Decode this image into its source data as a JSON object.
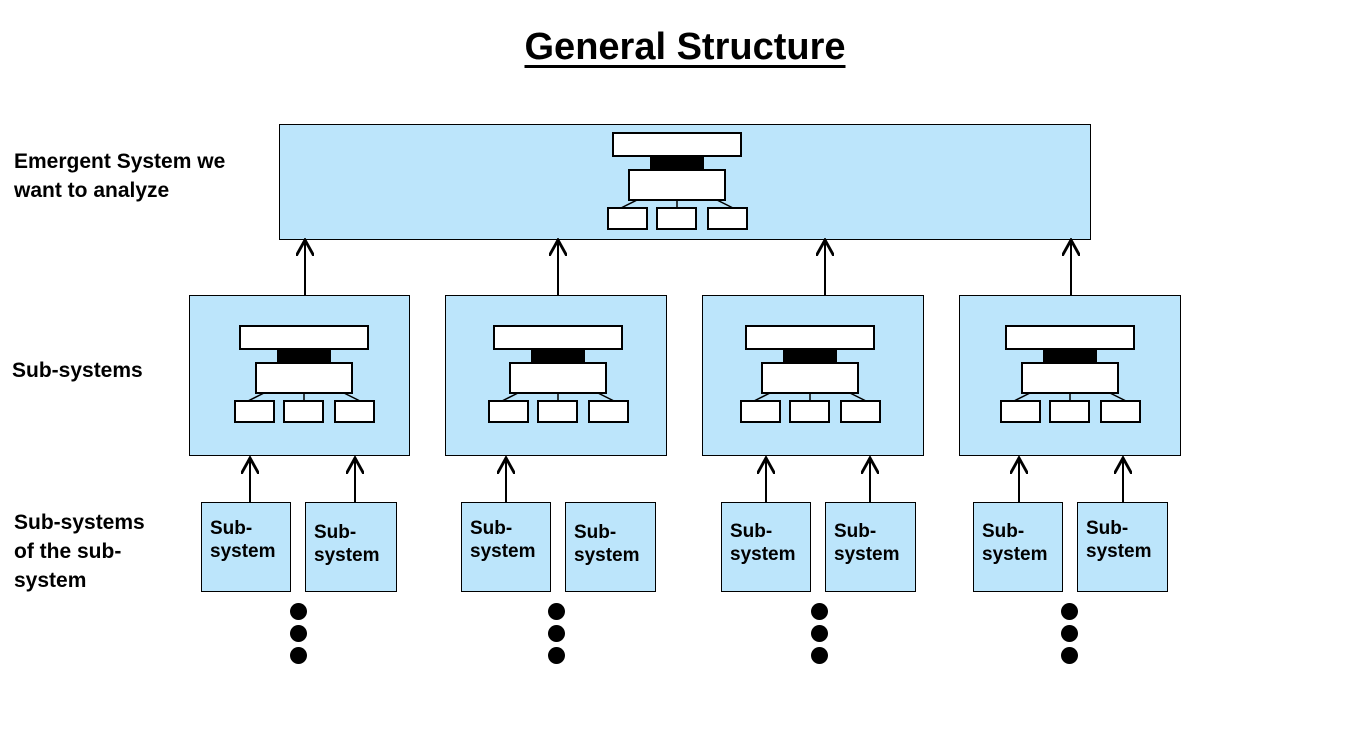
{
  "title": "General Structure",
  "row_labels": {
    "emergent": "Emergent System we\nwant to analyze",
    "subsystems": "Sub-systems",
    "sub_subsystems": "Sub-systems\nof the sub-\nsystem"
  },
  "leaf_label": "Sub-\nsystem",
  "colors": {
    "box_fill": "#bce5fb",
    "stroke": "#000000"
  }
}
